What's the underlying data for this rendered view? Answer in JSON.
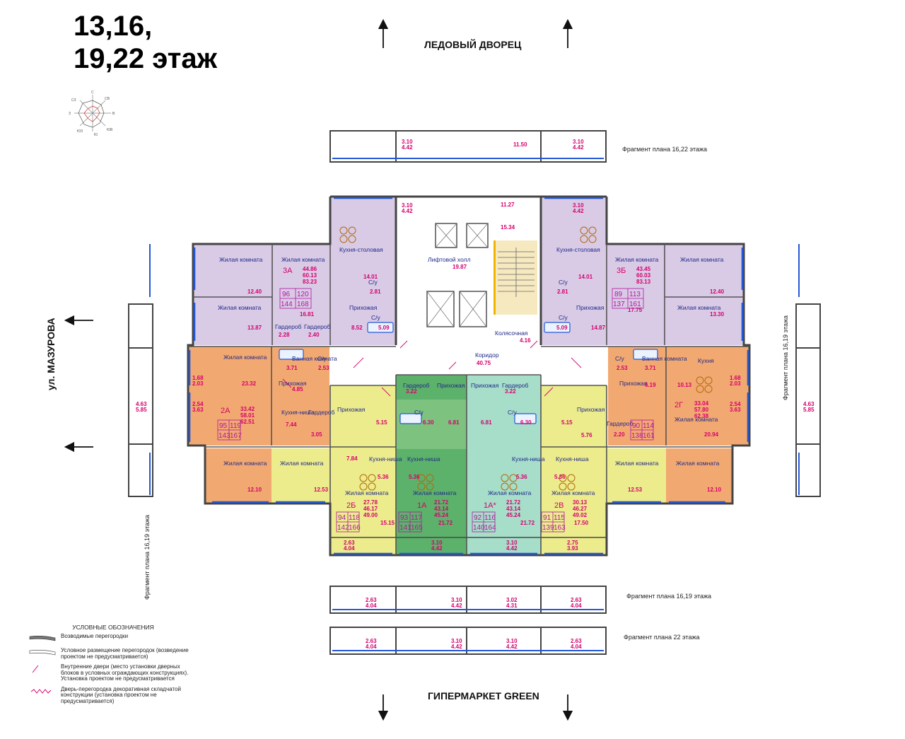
{
  "title": {
    "line1": "13,16,",
    "line2": "19,22 этаж"
  },
  "streets": {
    "top": "ЛЕДОВЫЙ ДВОРЕЦ",
    "bottom": "ГИПЕРМАРКЕТ GREEN",
    "left": "ул. МАЗУРОВА"
  },
  "fragments": {
    "top": "Фрагмент плана 16,22 этажа",
    "bottom1": "Фрагмент плана 16,19 этажа",
    "bottom2": "Фрагмент плана 22 этажа",
    "left": "Фрагмент плана 16,19 этажа",
    "right": "Фрагмент плана 16,19 этажа"
  },
  "compass": {
    "labels": [
      "С",
      "СВ",
      "В",
      "ЮВ",
      "Ю",
      "ЮЗ",
      "З",
      "СЗ"
    ]
  },
  "colors": {
    "lilac": "#d9cbe6",
    "orange": "#f2a971",
    "yellow": "#ecec8c",
    "green": "#5cb26a",
    "teal": "#a6dec9",
    "wall": "#444444",
    "area": "#d6006e",
    "label": "#1f2a88",
    "window": "#2458d6"
  },
  "rooms": {
    "living": "Жилая комната",
    "kitchen_dining": "Кухня-столовая",
    "kitchen": "Кухня",
    "kitchen_niche": "Кухня-ниша",
    "bath": "С/у",
    "hall": "Прихожая",
    "wardrobe": "Гардероб",
    "bath_room": "Ванная комната",
    "lift_hall": "Лифтовой холл",
    "corridor": "Коридор",
    "stroller": "Колясочная"
  },
  "common": {
    "lift_hall_area": "19.87",
    "corridor_area": "40.75",
    "stroller_area": "4.16"
  },
  "apartments": [
    {
      "name": "3А",
      "areas": [
        "44.86",
        "60.13",
        "83.23"
      ],
      "codes": [
        "96",
        "120",
        "144",
        "168"
      ]
    },
    {
      "name": "3Б",
      "areas": [
        "43.45",
        "60.03",
        "83.13"
      ],
      "codes": [
        "89",
        "113",
        "137",
        "161"
      ]
    },
    {
      "name": "2А",
      "areas": [
        "33.42",
        "58.01",
        "62.51"
      ],
      "codes": [
        "95",
        "119",
        "143",
        "167"
      ]
    },
    {
      "name": "2Г",
      "areas": [
        "33.04",
        "57.80",
        "62.38"
      ],
      "codes": [
        "90",
        "114",
        "138",
        "161"
      ]
    },
    {
      "name": "2Б",
      "areas": [
        "27.78",
        "46.17",
        "49.00"
      ],
      "codes": [
        "94",
        "118",
        "142",
        "166"
      ]
    },
    {
      "name": "1А",
      "areas": [
        "21.72",
        "43.14",
        "45.24"
      ],
      "codes": [
        "93",
        "117",
        "141",
        "165"
      ]
    },
    {
      "name": "1А*",
      "areas": [
        "21.72",
        "43.14",
        "45.24"
      ],
      "codes": [
        "92",
        "116",
        "140",
        "164"
      ]
    },
    {
      "name": "2В",
      "areas": [
        "30.13",
        "46.27",
        "49.02"
      ],
      "codes": [
        "91",
        "115",
        "139",
        "163"
      ]
    }
  ],
  "legend": {
    "title": "УСЛОВНЫЕ ОБОЗНАЧЕНИЯ",
    "items": [
      "Возводимые перегородки",
      "Условное размещение перегородок (возведение проектом не предусматривается)",
      "Внутренние двери (место установки дверных блоков в условных ограждающих конструкциях). Установка проектом не предусматривается",
      "Дверь-перегородка декоративная складчатой конструкции (установка проектом не предусматривается)"
    ]
  }
}
